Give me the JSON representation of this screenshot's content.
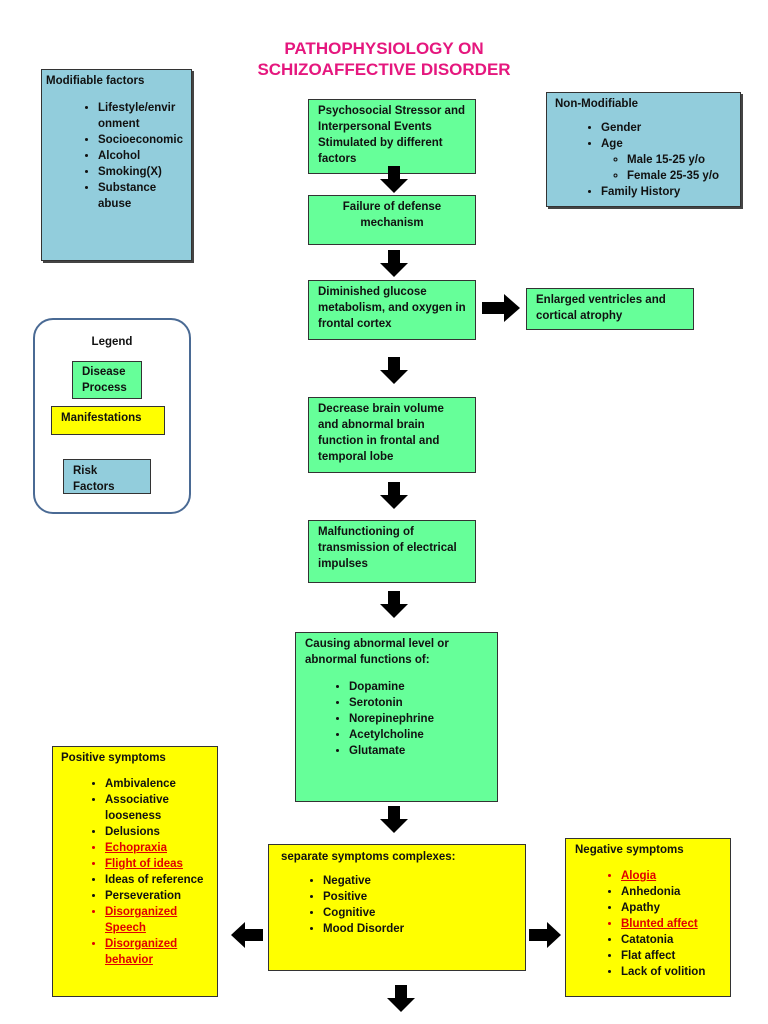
{
  "title": {
    "line1": "PATHOPHYSIOLOGY ON",
    "line2": "SCHIZOAFFECTIVE DISORDER"
  },
  "modifiable": {
    "heading": "Modifiable factors",
    "items": [
      "Lifestyle/envir onment",
      "Socioeconomic",
      "Alcohol",
      "Smoking(X)",
      "Substance abuse"
    ]
  },
  "non_modifiable": {
    "heading": "Non-Modifiable",
    "gender": "Gender",
    "age": "Age",
    "male": "Male 15-25 y/o",
    "female": "Female 25-35 y/o",
    "family": "Family History"
  },
  "legend": {
    "heading": "Legend",
    "disease": "Disease Process",
    "manifestations": "Manifestations",
    "risk": "Risk Factors"
  },
  "flow": {
    "stressor": "Psychosocial Stressor and Interpersonal Events Stimulated by different factors",
    "failure": "Failure of defense mechanism",
    "glucose": "Diminished glucose metabolism, and oxygen in frontal cortex",
    "enlarged": "Enlarged ventricles and cortical atrophy",
    "brain_volume": "Decrease brain volume and abnormal brain function in frontal and temporal lobe",
    "malfunction": "Malfunctioning of transmission of electrical impulses",
    "abnormal_intro": "Causing abnormal level or abnormal functions of:",
    "neurotransmitters": [
      "Dopamine",
      "Serotonin",
      "Norepinephrine",
      "Acetylcholine",
      "Glutamate"
    ]
  },
  "positive": {
    "heading": "Positive symptoms",
    "items": [
      {
        "text": "Ambivalence",
        "red": false
      },
      {
        "text": "Associative looseness",
        "red": false
      },
      {
        "text": "Delusions",
        "red": false
      },
      {
        "text": "Echopraxia",
        "red": true
      },
      {
        "text": "Flight of ideas",
        "red": true
      },
      {
        "text": "Ideas of reference",
        "red": false
      },
      {
        "text": "Perseveration",
        "red": false
      },
      {
        "text": "Disorganized Speech",
        "red": true
      },
      {
        "text": "Disorganized behavior",
        "red": true
      }
    ]
  },
  "complexes": {
    "heading": "separate symptoms complexes:",
    "items": [
      "Negative",
      "Positive",
      "Cognitive",
      "Mood Disorder"
    ]
  },
  "negative": {
    "heading": "Negative symptoms",
    "items": [
      {
        "text": "Alogia",
        "red": true
      },
      {
        "text": "Anhedonia",
        "red": false
      },
      {
        "text": "Apathy",
        "red": false
      },
      {
        "text": "Blunted affect",
        "red": true
      },
      {
        "text": "Catatonia",
        "red": false
      },
      {
        "text": "Flat affect",
        "red": false
      },
      {
        "text": "Lack of volition",
        "red": false
      }
    ]
  },
  "colors": {
    "title": "#e5177e",
    "disease": "#66ff99",
    "manifestation": "#ffff00",
    "risk": "#92cddc",
    "emphasis": "#e00000"
  }
}
